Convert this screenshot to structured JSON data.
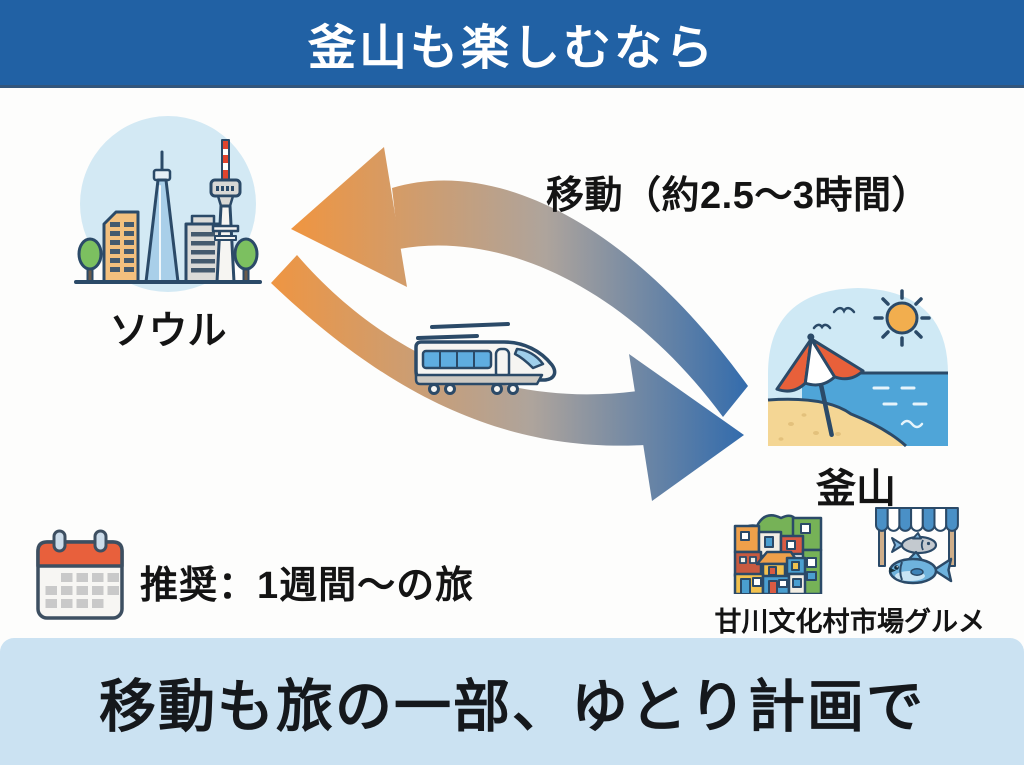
{
  "top_banner": {
    "title": "釜山も楽しむなら",
    "bg_color": "#2161a4",
    "text_color": "#ffffff"
  },
  "route": {
    "origin": {
      "label": "ソウル",
      "icon": "seoul-skyline-icon"
    },
    "destination": {
      "label": "釜山",
      "icon": "beach-icon"
    },
    "duration_label": "移動（約2.5〜3時間）",
    "transport_icon": "train-icon",
    "arrow_orange": "#f09540",
    "arrow_blue": "#2f6aad"
  },
  "recommendation": {
    "icon": "calendar-icon",
    "label": "推奨：1週間〜の旅"
  },
  "highlights": [
    {
      "icon": "village-icon",
      "label": "甘川文化村"
    },
    {
      "icon": "market-icon",
      "label": "市場グルメ"
    }
  ],
  "bottom_banner": {
    "title": "移動も旅の一部、ゆとり計画で",
    "bg_color": "#cbe2f2",
    "text_color": "#15181c"
  },
  "colors": {
    "outline_navy": "#2b4a68",
    "sky_blue": "#cfe9f5",
    "sea_blue": "#4fa5d8",
    "sand": "#f4d694"
  }
}
